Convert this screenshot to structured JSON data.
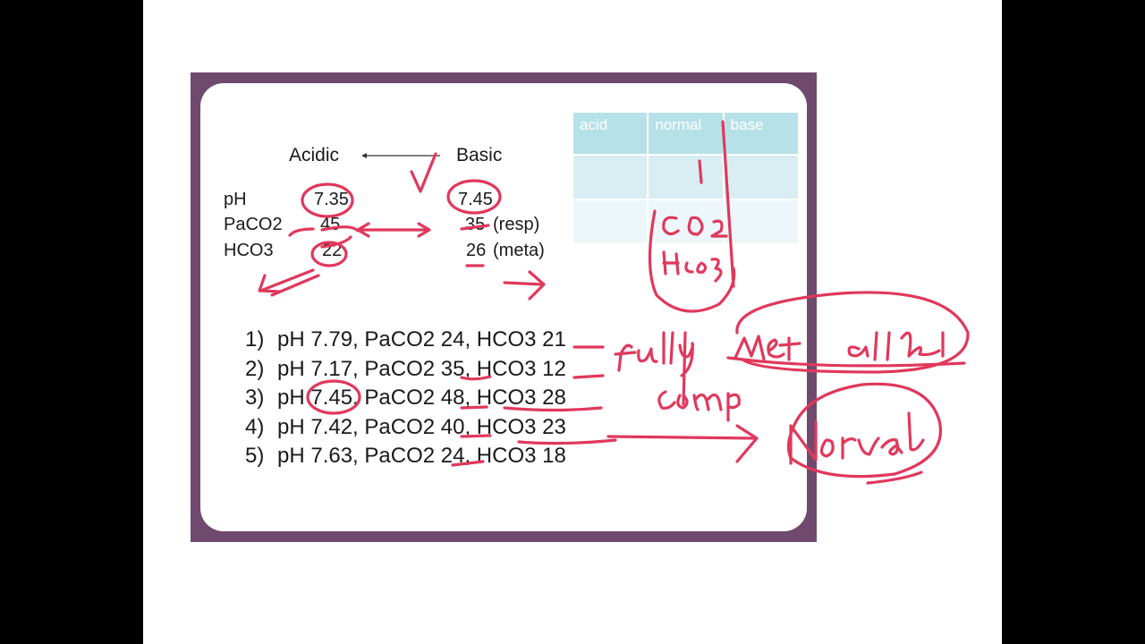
{
  "header": {
    "acidic": "Acidic",
    "basic": "Basic"
  },
  "reference": {
    "rows": [
      {
        "label": "pH",
        "acid": "7.35",
        "base": "7.45",
        "note": ""
      },
      {
        "label": "PaCO2",
        "acid": "45",
        "base": "35",
        "note": "(resp)"
      },
      {
        "label": "HCO3",
        "acid": "22",
        "base": "26",
        "note": "(meta)"
      }
    ]
  },
  "problems": [
    {
      "num": "1)",
      "text": "pH 7.79, PaCO2 24, HCO3 21"
    },
    {
      "num": "2)",
      "text": "pH 7.17, PaCO2 35, HCO3 12"
    },
    {
      "num": "3)",
      "text": "pH 7.45, PaCO2 48, HCO3 28"
    },
    {
      "num": "4)",
      "text": "pH 7.42, PaCO2 40, HCO3 23"
    },
    {
      "num": "5)",
      "text": "pH 7.63, PaCO2 24, HCO3 18"
    }
  ],
  "table": {
    "headers": [
      "acid",
      "normal",
      "base"
    ]
  },
  "ink_color": "#e0385c",
  "frame_color": "#6f4a6e",
  "table_header_color": "#b7e1e8"
}
